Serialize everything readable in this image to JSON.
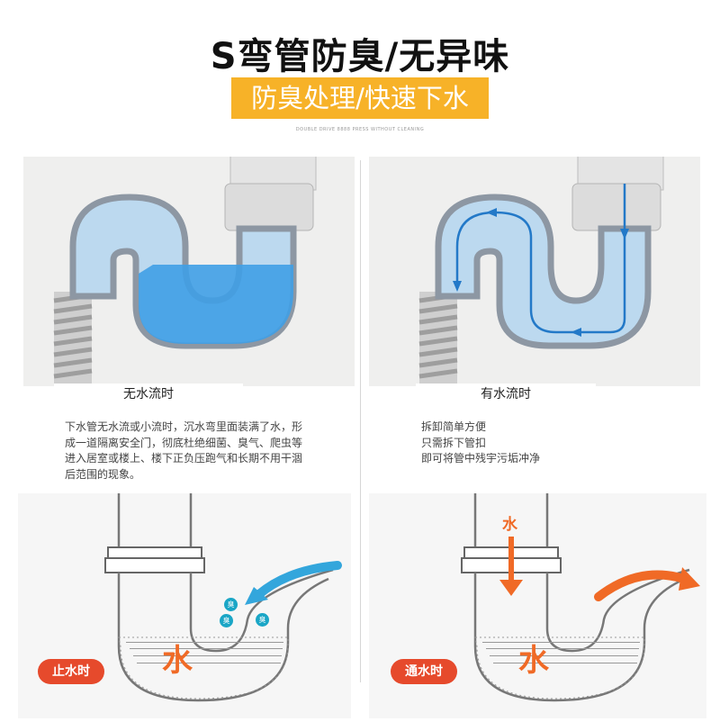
{
  "header": {
    "title": "S弯管防臭/无异味",
    "banner": "防臭处理/快速下水",
    "tagline": "DOUBLE DRIVE 8888 PRESS WITHOUT CLEANING"
  },
  "left_panel": {
    "caption": "无水流时",
    "description": [
      "下水管无水流或小流时，沉水弯里面装满了水，形",
      "成一道隔离安全门，彻底杜绝细菌、臭气、爬虫等",
      "进入居室或楼上、楼下正负压跑气和长期不用干涸",
      "后范围的现象。"
    ]
  },
  "right_panel": {
    "caption": "有水流时",
    "description": [
      "拆卸简单方便",
      "只需拆下管扣",
      "即可将管中残宇污垢冲净"
    ]
  },
  "bottom_left": {
    "badge": "止水时",
    "water_label": "水",
    "odor_labels": [
      "臭",
      "臭",
      "臭"
    ]
  },
  "bottom_right": {
    "badge": "通水时",
    "water_label": "水",
    "flow_label": "水"
  },
  "colors": {
    "banner": "#f7b228",
    "accent_orange": "#f06a26",
    "water_blue": "#3f9fe6",
    "pipe_blue": "#bcd9ef",
    "badge_red": "#e64a2c"
  }
}
